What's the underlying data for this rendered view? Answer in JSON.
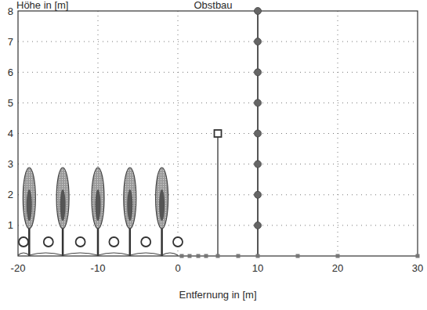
{
  "diagram": {
    "title": "Obstbau",
    "labels": [
      "Höhe in [m]",
      "1",
      "2",
      "3",
      "4",
      "5",
      "6",
      "7",
      "8",
      "-20",
      "-10",
      "0",
      "10",
      "20",
      "30",
      "Entfernung in [m]"
    ]
  }
}
